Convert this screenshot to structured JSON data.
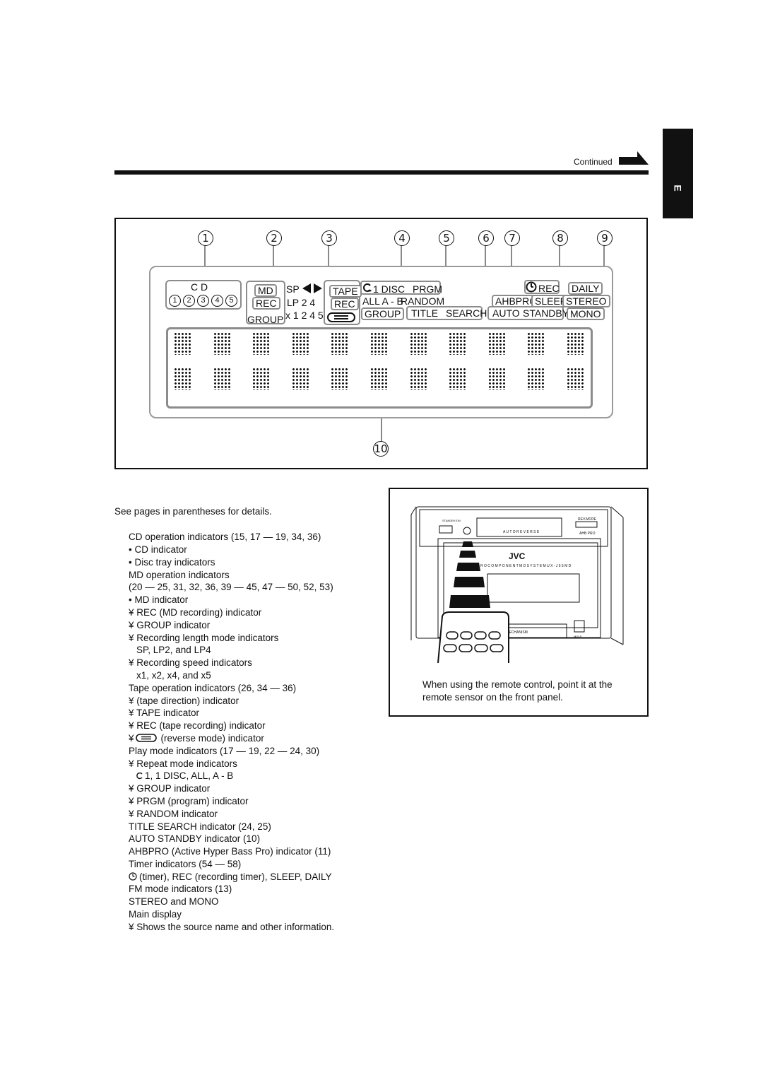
{
  "side_tab": {
    "label": "E"
  },
  "header": {
    "continued": "Continued"
  },
  "display_figure": {
    "callouts": [
      "1",
      "2",
      "3",
      "4",
      "5",
      "6",
      "7",
      "8",
      "9",
      "10"
    ],
    "cd": {
      "label": "C D",
      "trays": [
        "1",
        "2",
        "3",
        "4",
        "5"
      ]
    },
    "md": {
      "md": "MD",
      "rec": "REC",
      "group": "GROUP",
      "sp": "SP",
      "lp": "LP 2 4",
      "speed": "x 1 2 4 5"
    },
    "tape": {
      "tape": "TAPE",
      "rec": "REC"
    },
    "play": {
      "disc": "1 DISC",
      "prgm": "PRGM",
      "all_ab": "ALL A - B",
      "random": "RANDOM",
      "group": "GROUP",
      "title": "TITLE",
      "search": "SEARCH"
    },
    "timer": {
      "rec": "REC",
      "daily": "DAILY",
      "ahbpro": "AHBPRO",
      "sleep": "SLEEP",
      "stereo": "STEREO",
      "auto": "AUTO",
      "standby": "STANDBY",
      "mono": "MONO"
    }
  },
  "details": {
    "intro": "See pages in parentheses for details.",
    "lines": [
      "CD operation indicators (15, 17 — 19, 34, 36)",
      "• CD indicator",
      "• Disc tray indicators",
      "MD operation indicators",
      "(20 — 25, 31, 32, 36, 39 — 45, 47 — 50, 52, 53)",
      "• MD indicator",
      "¥ REC (MD recording) indicator",
      "¥ GROUP indicator",
      "¥ Recording length mode indicators",
      "SP, LP2, and LP4",
      "¥ Recording speed indicators",
      "x1, x2, x4, and x5",
      "Tape operation indicators (26, 34 — 36)",
      "¥        (tape direction) indicator",
      "¥ TAPE indicator",
      "¥ REC (tape recording) indicator",
      "(reverse mode) indicator",
      "Play mode indicators (17 — 19, 22 — 24, 30)",
      "¥ Repeat mode indicators",
      "1,    1 DISC,    ALL,    A - B",
      "¥ GROUP indicator",
      "¥ PRGM (program) indicator",
      "¥ RANDOM indicator",
      "TITLE SEARCH indicator (24, 25)",
      "AUTO STANDBY indicator (10)",
      "AHBPRO (Active Hyper Bass Pro) indicator (11)",
      "Timer indicators (54 — 58)",
      "(timer), REC (recording timer), SLEEP, DAILY",
      "FM mode indicators (13)",
      "STEREO and MONO",
      "Main display",
      "¥ Shows the source name and other information."
    ]
  },
  "remote_figure": {
    "standby_label": "STANDBY/ON",
    "auto_reverse": "A U T O   R E V E R S E",
    "rev_mode": "REV.MODE",
    "ahb_pro": "AHB PRO",
    "brand": "JVC",
    "system_name": "R O   C O M P O N E N T   M D   S Y S T E M   U X - J 5 5 M D",
    "mechanism": "ING  MECHANISM",
    "md_lp": "MDLP",
    "caption": "When using the remote control, point it at the remote sensor on the front panel."
  },
  "colors": {
    "ink": "#111111",
    "indicator_border": "#8c8c8c",
    "panel_border": "#9a9a9a"
  }
}
